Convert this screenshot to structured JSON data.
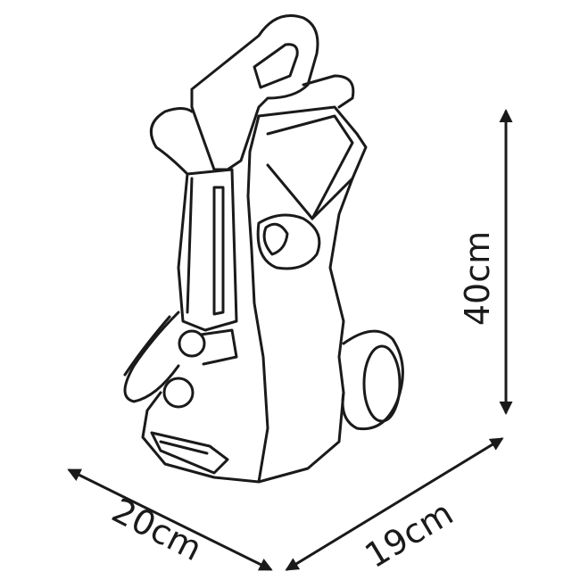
{
  "diagram": {
    "subject-icon": "pressure-washer-line-drawing",
    "line_color": "#1a1a1a",
    "dimensions": {
      "height": "40cm",
      "width": "20cm",
      "depth": "19cm"
    }
  }
}
